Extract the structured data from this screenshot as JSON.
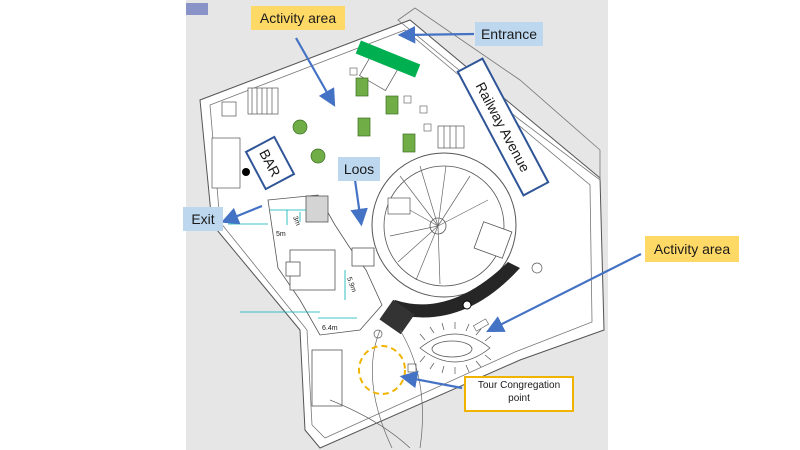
{
  "map": {
    "labels": {
      "activity_top": "Activity area",
      "activity_right": "Activity area",
      "entrance": "Entrance",
      "railway": "Railway Avenue",
      "bar": "BAR",
      "loos": "Loos",
      "exit": "Exit",
      "tour": "Tour Congregation point"
    },
    "dimensions": {
      "d3m": "3m",
      "d5m": "5m",
      "d59m": "5.9m",
      "d64m": "6.4m"
    },
    "colors": {
      "callout_yellow": "#ffd966",
      "callout_blue": "#bdd7ee",
      "arrow_blue": "#4472c4",
      "green_fill": "#70ad47",
      "bright_green": "#00b050",
      "dark_band": "#262626",
      "dashed_circle": "#f0b400",
      "plan_grey": "#e6e6e6"
    }
  }
}
